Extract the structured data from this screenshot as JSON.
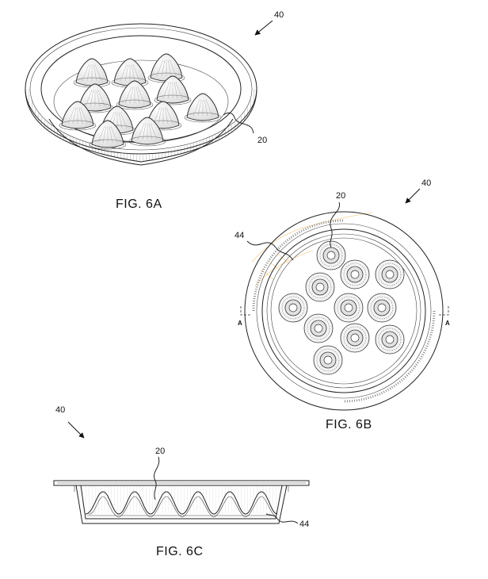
{
  "figures": {
    "fig_6a": {
      "caption": "FIG. 6A",
      "references": {
        "assembly": "40",
        "protrusion": "20"
      }
    },
    "fig_6b": {
      "caption": "FIG. 6B",
      "references": {
        "assembly": "40",
        "protrusion": "20",
        "floor": "44"
      },
      "section_marks": {
        "left": "A",
        "right": "A"
      }
    },
    "fig_6c": {
      "caption": "FIG. 6C",
      "references": {
        "assembly": "40",
        "protrusion": "20",
        "floor": "44"
      }
    }
  },
  "colors": {
    "line": "#222222",
    "watermark": "#f0c070",
    "background": "#ffffff"
  }
}
